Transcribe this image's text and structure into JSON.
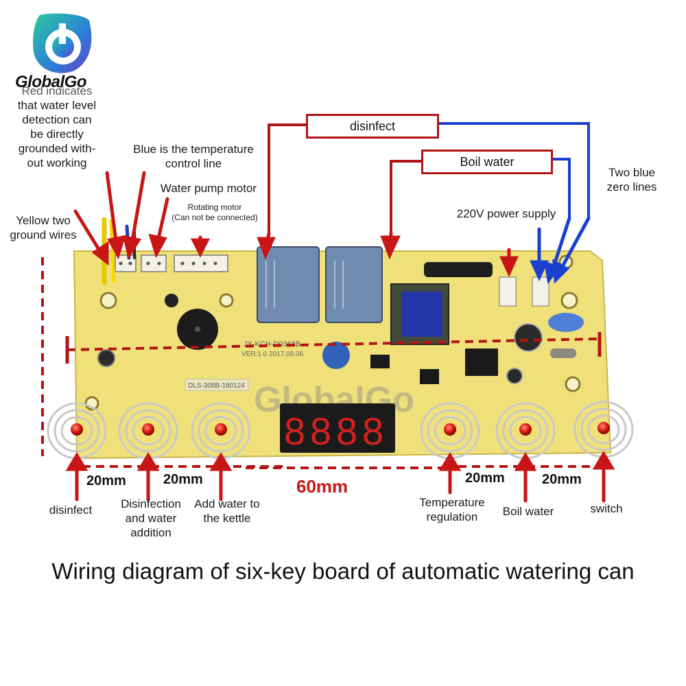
{
  "brand": {
    "name": "GlobalGo",
    "watermark": "GlobalGo"
  },
  "top_labels": {
    "red_indicates": [
      "Red indicates",
      "that water level",
      "detection can",
      "be directly",
      "grounded with-",
      "out working"
    ],
    "blue_temp": [
      "Blue is the temperature",
      "control line"
    ],
    "water_pump": "Water pump motor",
    "rotating_motor": [
      "Rotating motor",
      "(Can not be connected)"
    ],
    "yellow_ground": [
      "Yellow two",
      "ground wires"
    ],
    "two_blue_zero": [
      "Two blue",
      "zero lines"
    ],
    "power_supply": "220V power supply"
  },
  "boxes": {
    "disinfect": "disinfect",
    "boil_water": "Boil water"
  },
  "board": {
    "code": "JX-KCH-D0368B",
    "version": "VER:1.0 2017.09.06",
    "sticker": "DLS-308B-180124",
    "display_digits": [
      "8",
      "8",
      "8",
      "8"
    ]
  },
  "measurements": {
    "m1": "20mm",
    "m2": "20mm",
    "m3": "60mm",
    "m4": "20mm",
    "m5": "20mm"
  },
  "key_labels": {
    "k1": "disinfect",
    "k2": [
      "Disinfection",
      "and water",
      "addition"
    ],
    "k3": [
      "Add water to",
      "the kettle"
    ],
    "k4": [
      "Temperature",
      "regulation"
    ],
    "k5": "Boil water",
    "k6": "switch"
  },
  "caption": "Wiring diagram of six-key board of automatic watering can",
  "colors": {
    "board": "#f0e07a",
    "accent_red": "#c81616",
    "wire_blue": "#1a3fd1",
    "display": "#1b1b1b",
    "digit": "#d62020"
  }
}
